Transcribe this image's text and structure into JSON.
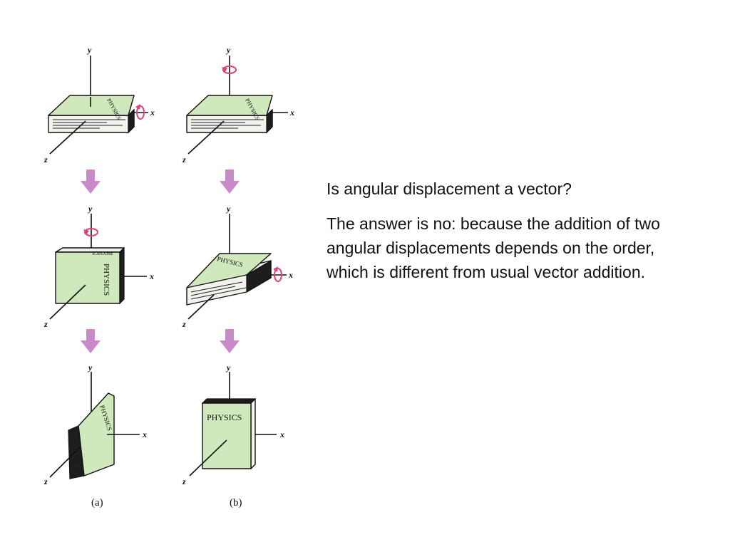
{
  "question": "Is angular displacement a vector?",
  "answer": "The answer is no: because the addition of two angular displacements depends on the order, which is different from usual vector addition.",
  "figure": {
    "axis_labels": {
      "x": "x",
      "y": "y",
      "z": "z"
    },
    "book_title": "PHYSICS",
    "caption_a": "(a)",
    "caption_b": "(b)"
  },
  "colors": {
    "book_cover": "#cfe8bc",
    "step_arrow": "#c98bc8",
    "rotation_marker": "#d9447a"
  }
}
